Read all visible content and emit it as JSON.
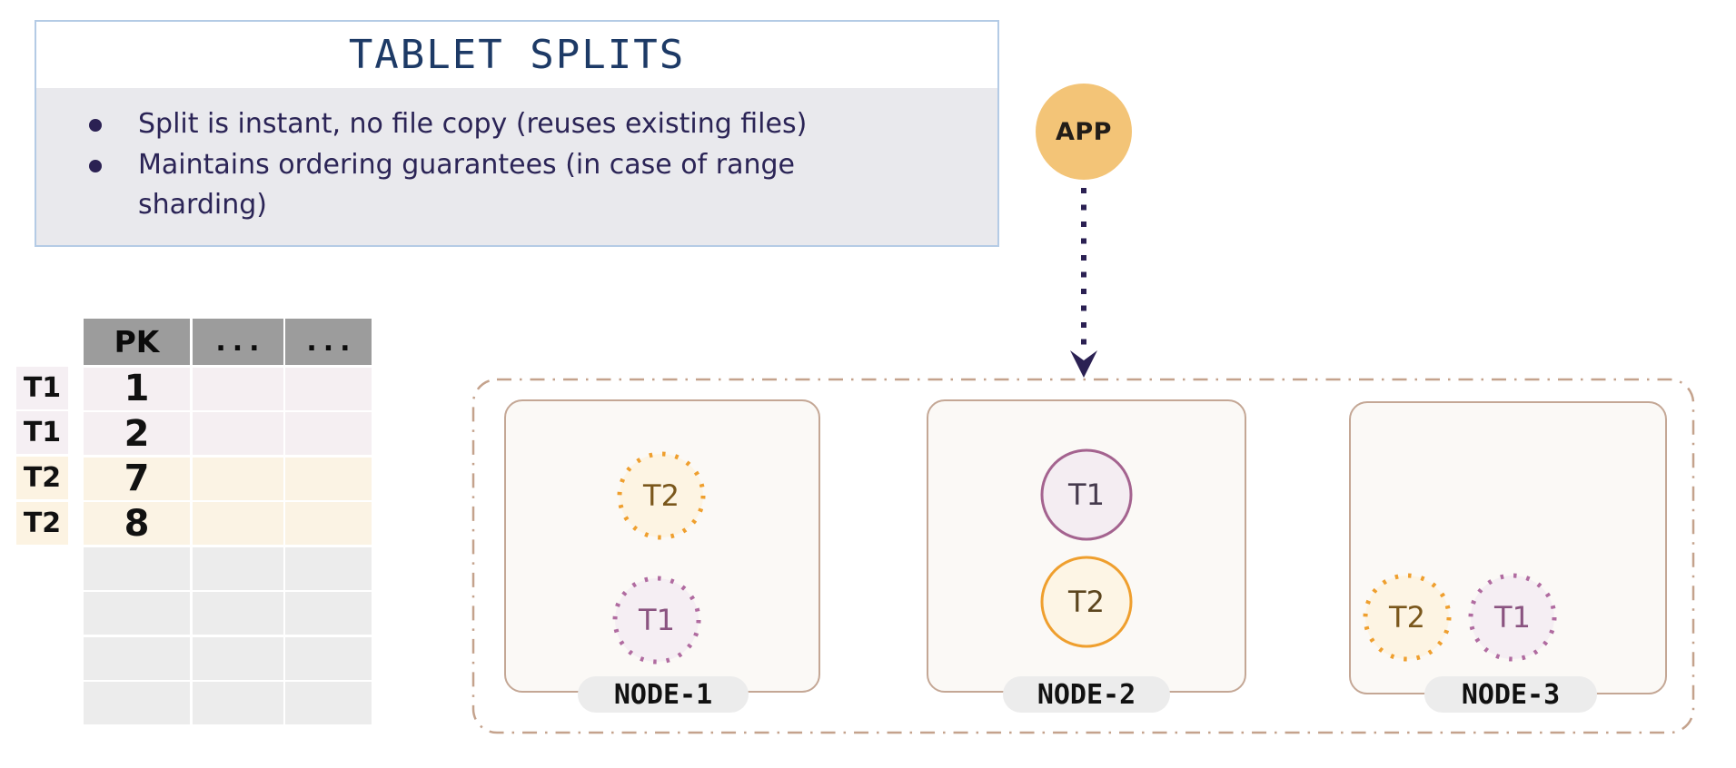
{
  "colors": {
    "title_navy": "#1d3a66",
    "body_text_navy": "#2b2456",
    "info_border_blue": "#b4cbe5",
    "info_body_gray": "#e9e9ed",
    "app_orange": "#f3c477",
    "arrow_navy": "#2b2153",
    "cluster_border_tan": "#c4a28c",
    "node_border_tan": "#c4a795",
    "node_fill": "#fbf9f6",
    "pill_gray": "#ececec",
    "orange_accent": "#ef9f2e",
    "orange_fill": "#fdf4e3",
    "orange_text": "#7a571c",
    "purple_accent": "#a4638f",
    "purple_dot": "#b06ba0",
    "purple_fill": "#f5eef3",
    "purple_text": "#8a5380",
    "table_header_gray": "#9c9c9c",
    "table_empty_row_gray": "#ececec",
    "table_purple_row": "#f5eff2",
    "table_cream_row": "#fbf3e4"
  },
  "info_box": {
    "title": "TABLET SPLITS",
    "bullets": [
      "Split is instant, no file copy (reuses existing files)",
      "Maintains ordering guarantees (in case of range sharding)"
    ]
  },
  "app": {
    "label": "APP"
  },
  "table": {
    "headers": [
      "PK",
      "...",
      "..."
    ],
    "row_labels": [
      "T1",
      "T1",
      "T2",
      "T2"
    ],
    "rows": [
      [
        "1",
        "",
        ""
      ],
      [
        "2",
        "",
        ""
      ],
      [
        "7",
        "",
        ""
      ],
      [
        "8",
        "",
        ""
      ],
      [
        "",
        "",
        ""
      ],
      [
        "",
        "",
        ""
      ],
      [
        "",
        "",
        ""
      ],
      [
        "",
        "",
        ""
      ]
    ]
  },
  "cluster": {
    "nodes": [
      {
        "label": "NODE-1",
        "tablets": [
          {
            "label": "T2",
            "style": "dotted-orange"
          },
          {
            "label": "T1",
            "style": "dotted-purple"
          }
        ]
      },
      {
        "label": "NODE-2",
        "tablets": [
          {
            "label": "T1",
            "style": "solid-purple"
          },
          {
            "label": "T2",
            "style": "solid-orange"
          }
        ]
      },
      {
        "label": "NODE-3",
        "tablets": [
          {
            "label": "T2",
            "style": "dotted-orange"
          },
          {
            "label": "T1",
            "style": "dotted-purple"
          }
        ]
      }
    ]
  }
}
